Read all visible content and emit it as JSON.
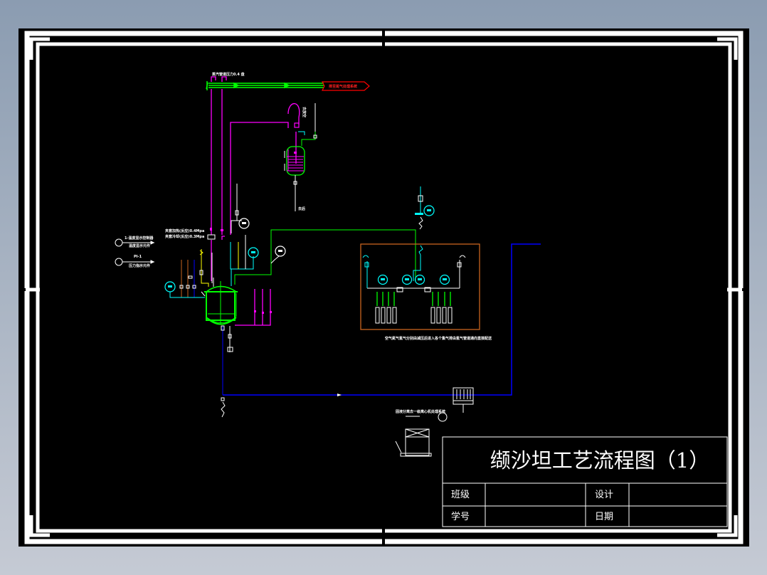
{
  "drawing": {
    "title": "缬沙坦工艺流程图（1）",
    "title_block": {
      "class_label": "班级",
      "class_value": "",
      "design_label": "设计",
      "design_value": "",
      "student_no_label": "学号",
      "student_no_value": "",
      "date_label": "日期",
      "date_value": ""
    },
    "colors": {
      "background": "#000000",
      "frame": "#ffffff",
      "steam": "#00ff00",
      "hot_water": "#ff00ff",
      "cooling_water": "#0000ff",
      "instrument": "#00ffff",
      "vent_box": "#ff0000",
      "gas_cabinet": "#c8641e",
      "yellow_line": "#ffff00",
      "brown_line": "#c8641e"
    },
    "labels": {
      "header_pipe": "蒸汽管道压力0.4 盘",
      "vent_tag": "排至尾气处理系统",
      "legend_1_top": "1-温度显示控制器",
      "legend_1_bottom": "温度显示元件",
      "legend_2_top": "PI-1",
      "legend_2_bottom": "压力指示元件",
      "reactor_note_1": "夹套加热(反应)0.4Mpa",
      "reactor_note_2": "夹套冷却(反应)0.3Mpa",
      "cylinder_caption": "空气氮气氢气分别由减压后进入各个集气排由氢气管道通向直接配送",
      "discharge_note": "固液分离去一级离心机处理系统"
    }
  }
}
